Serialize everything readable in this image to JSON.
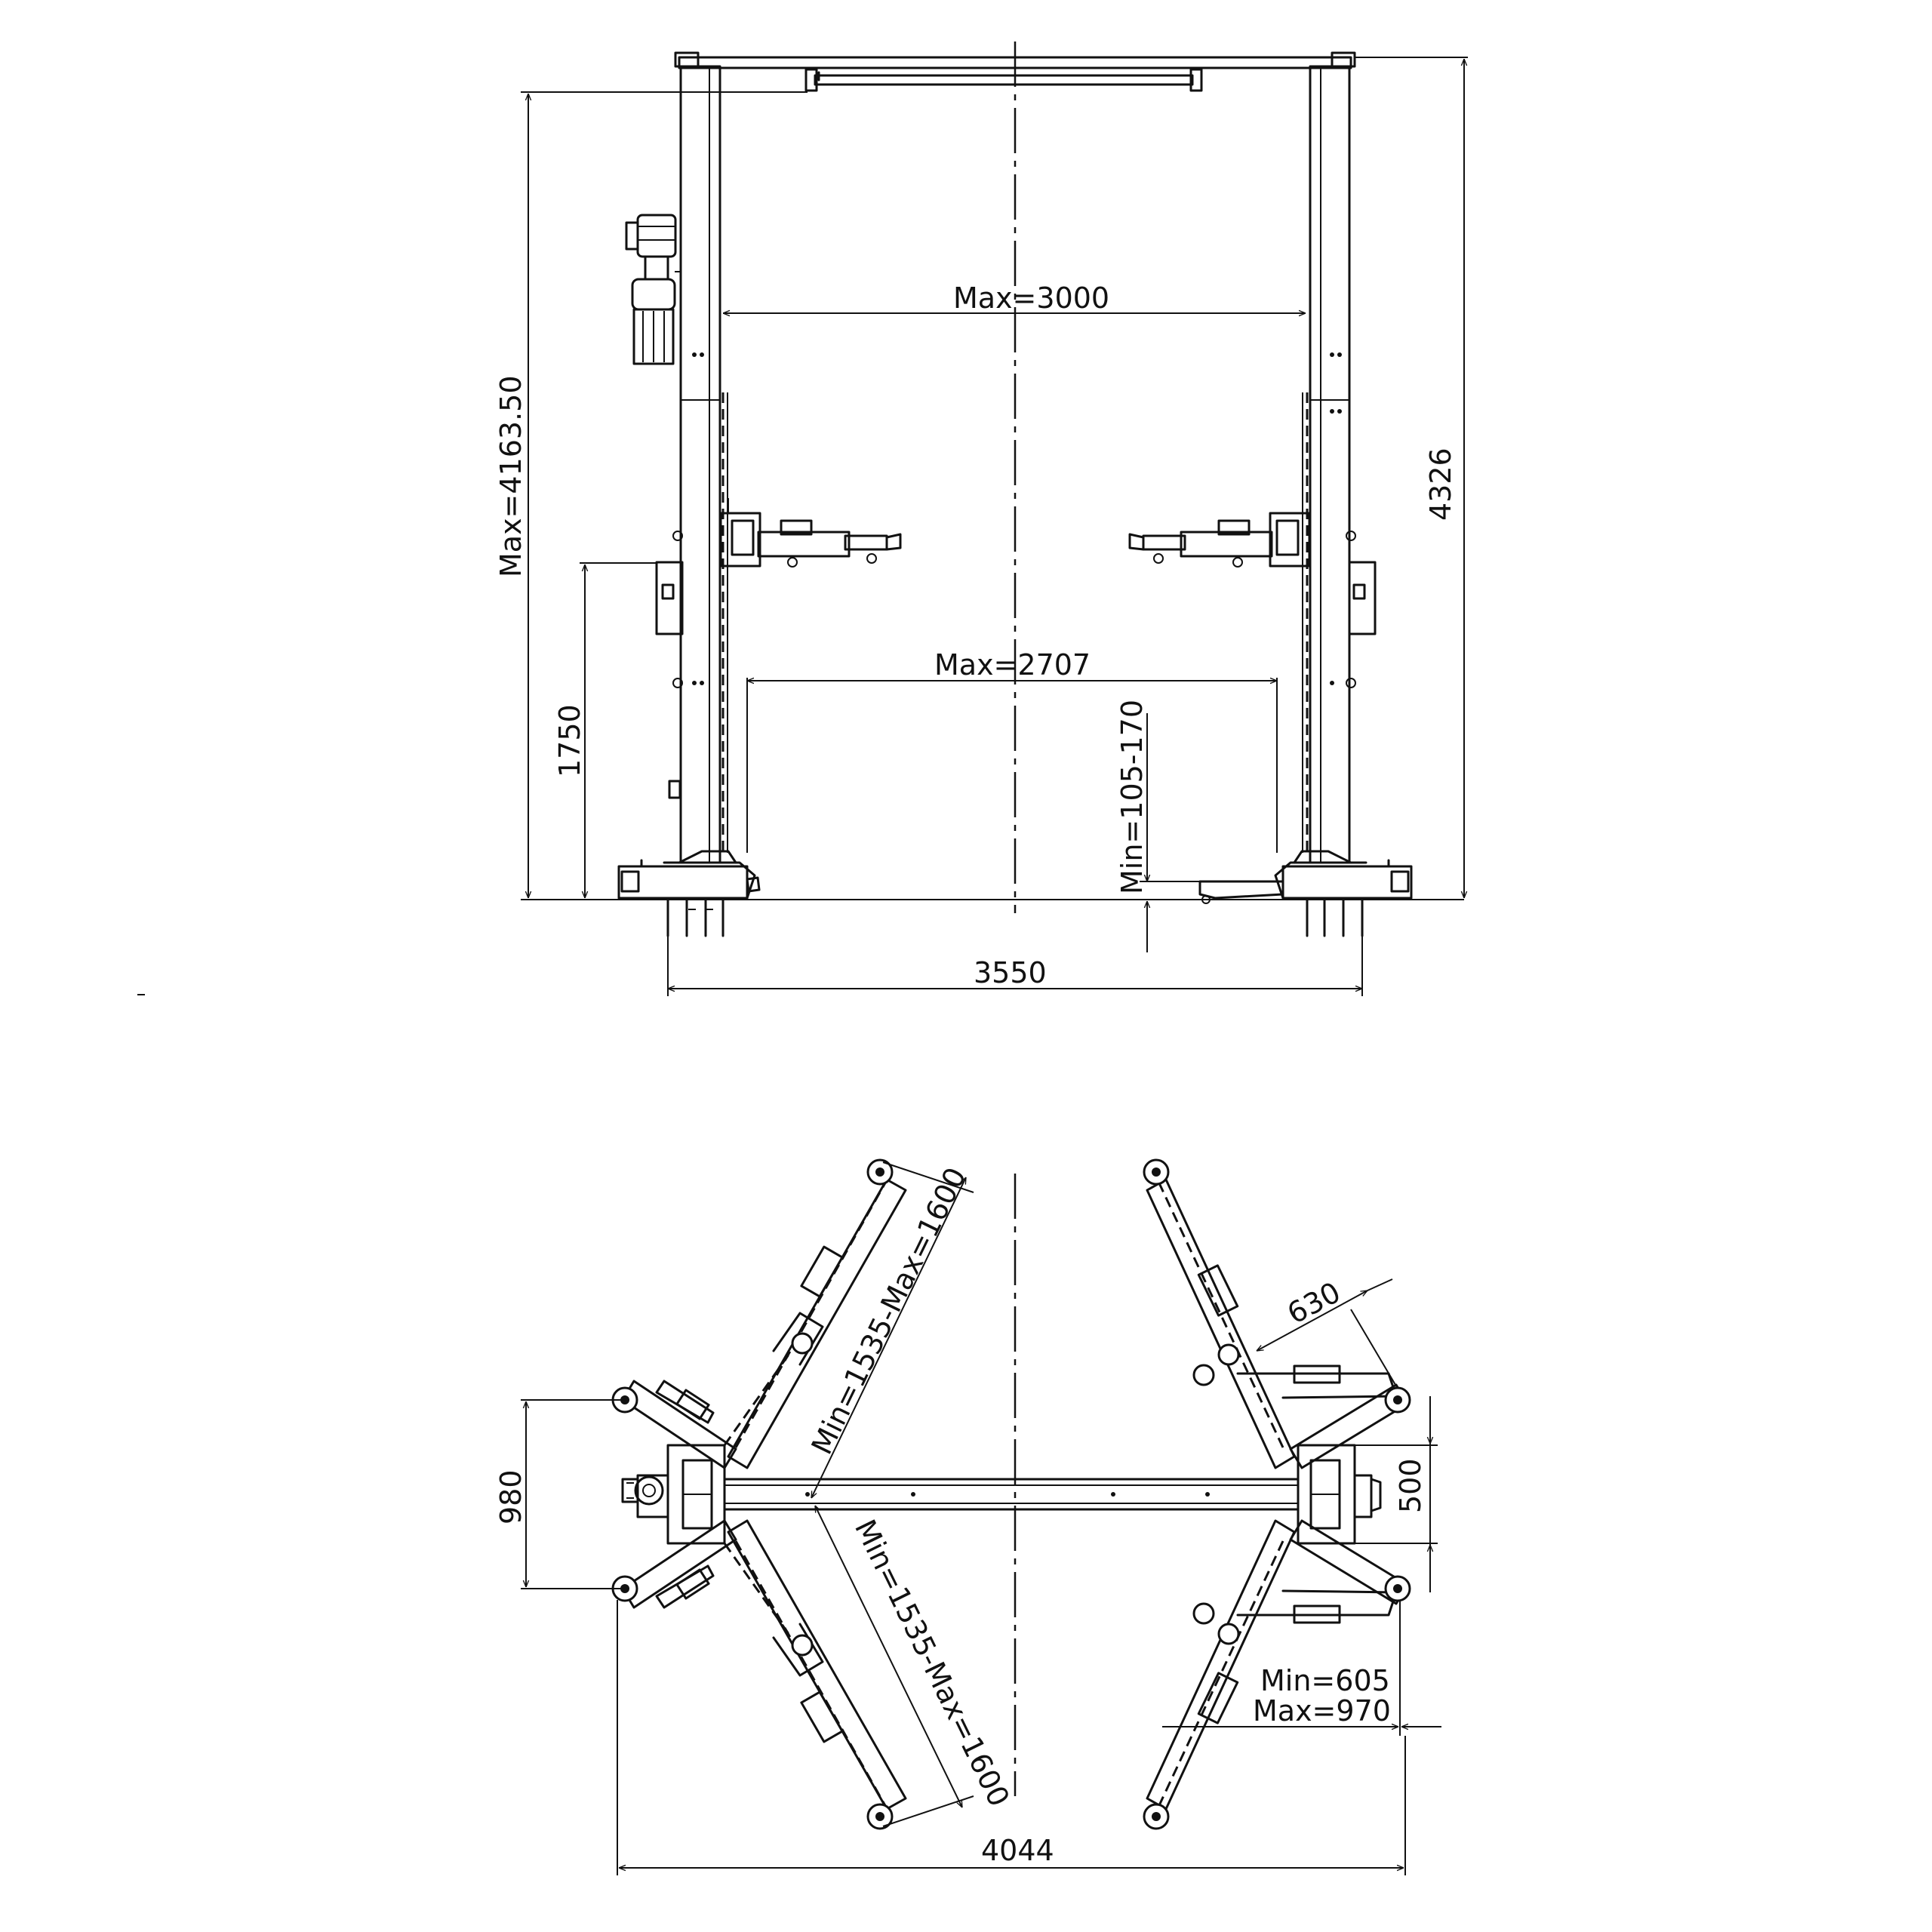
{
  "elevation": {
    "dims": {
      "max_height": "Max=4163.50",
      "total_height": "4326",
      "max_top_width": "Max=3000",
      "max_inner_width": "Max=2707",
      "control_height": "1750",
      "min_pad_height": "Min=105-170",
      "base_width": "3550"
    }
  },
  "plan": {
    "dims": {
      "arm_upper": "Min=1535-Max=1600",
      "arm_lower": "Min=1535-Max=1600",
      "arm_spread": "630",
      "column_depth": "980",
      "arm_pivot": "500",
      "short_arm_line1": "Min=605",
      "short_arm_line2": "Max=970",
      "overall_width": "4044"
    }
  }
}
